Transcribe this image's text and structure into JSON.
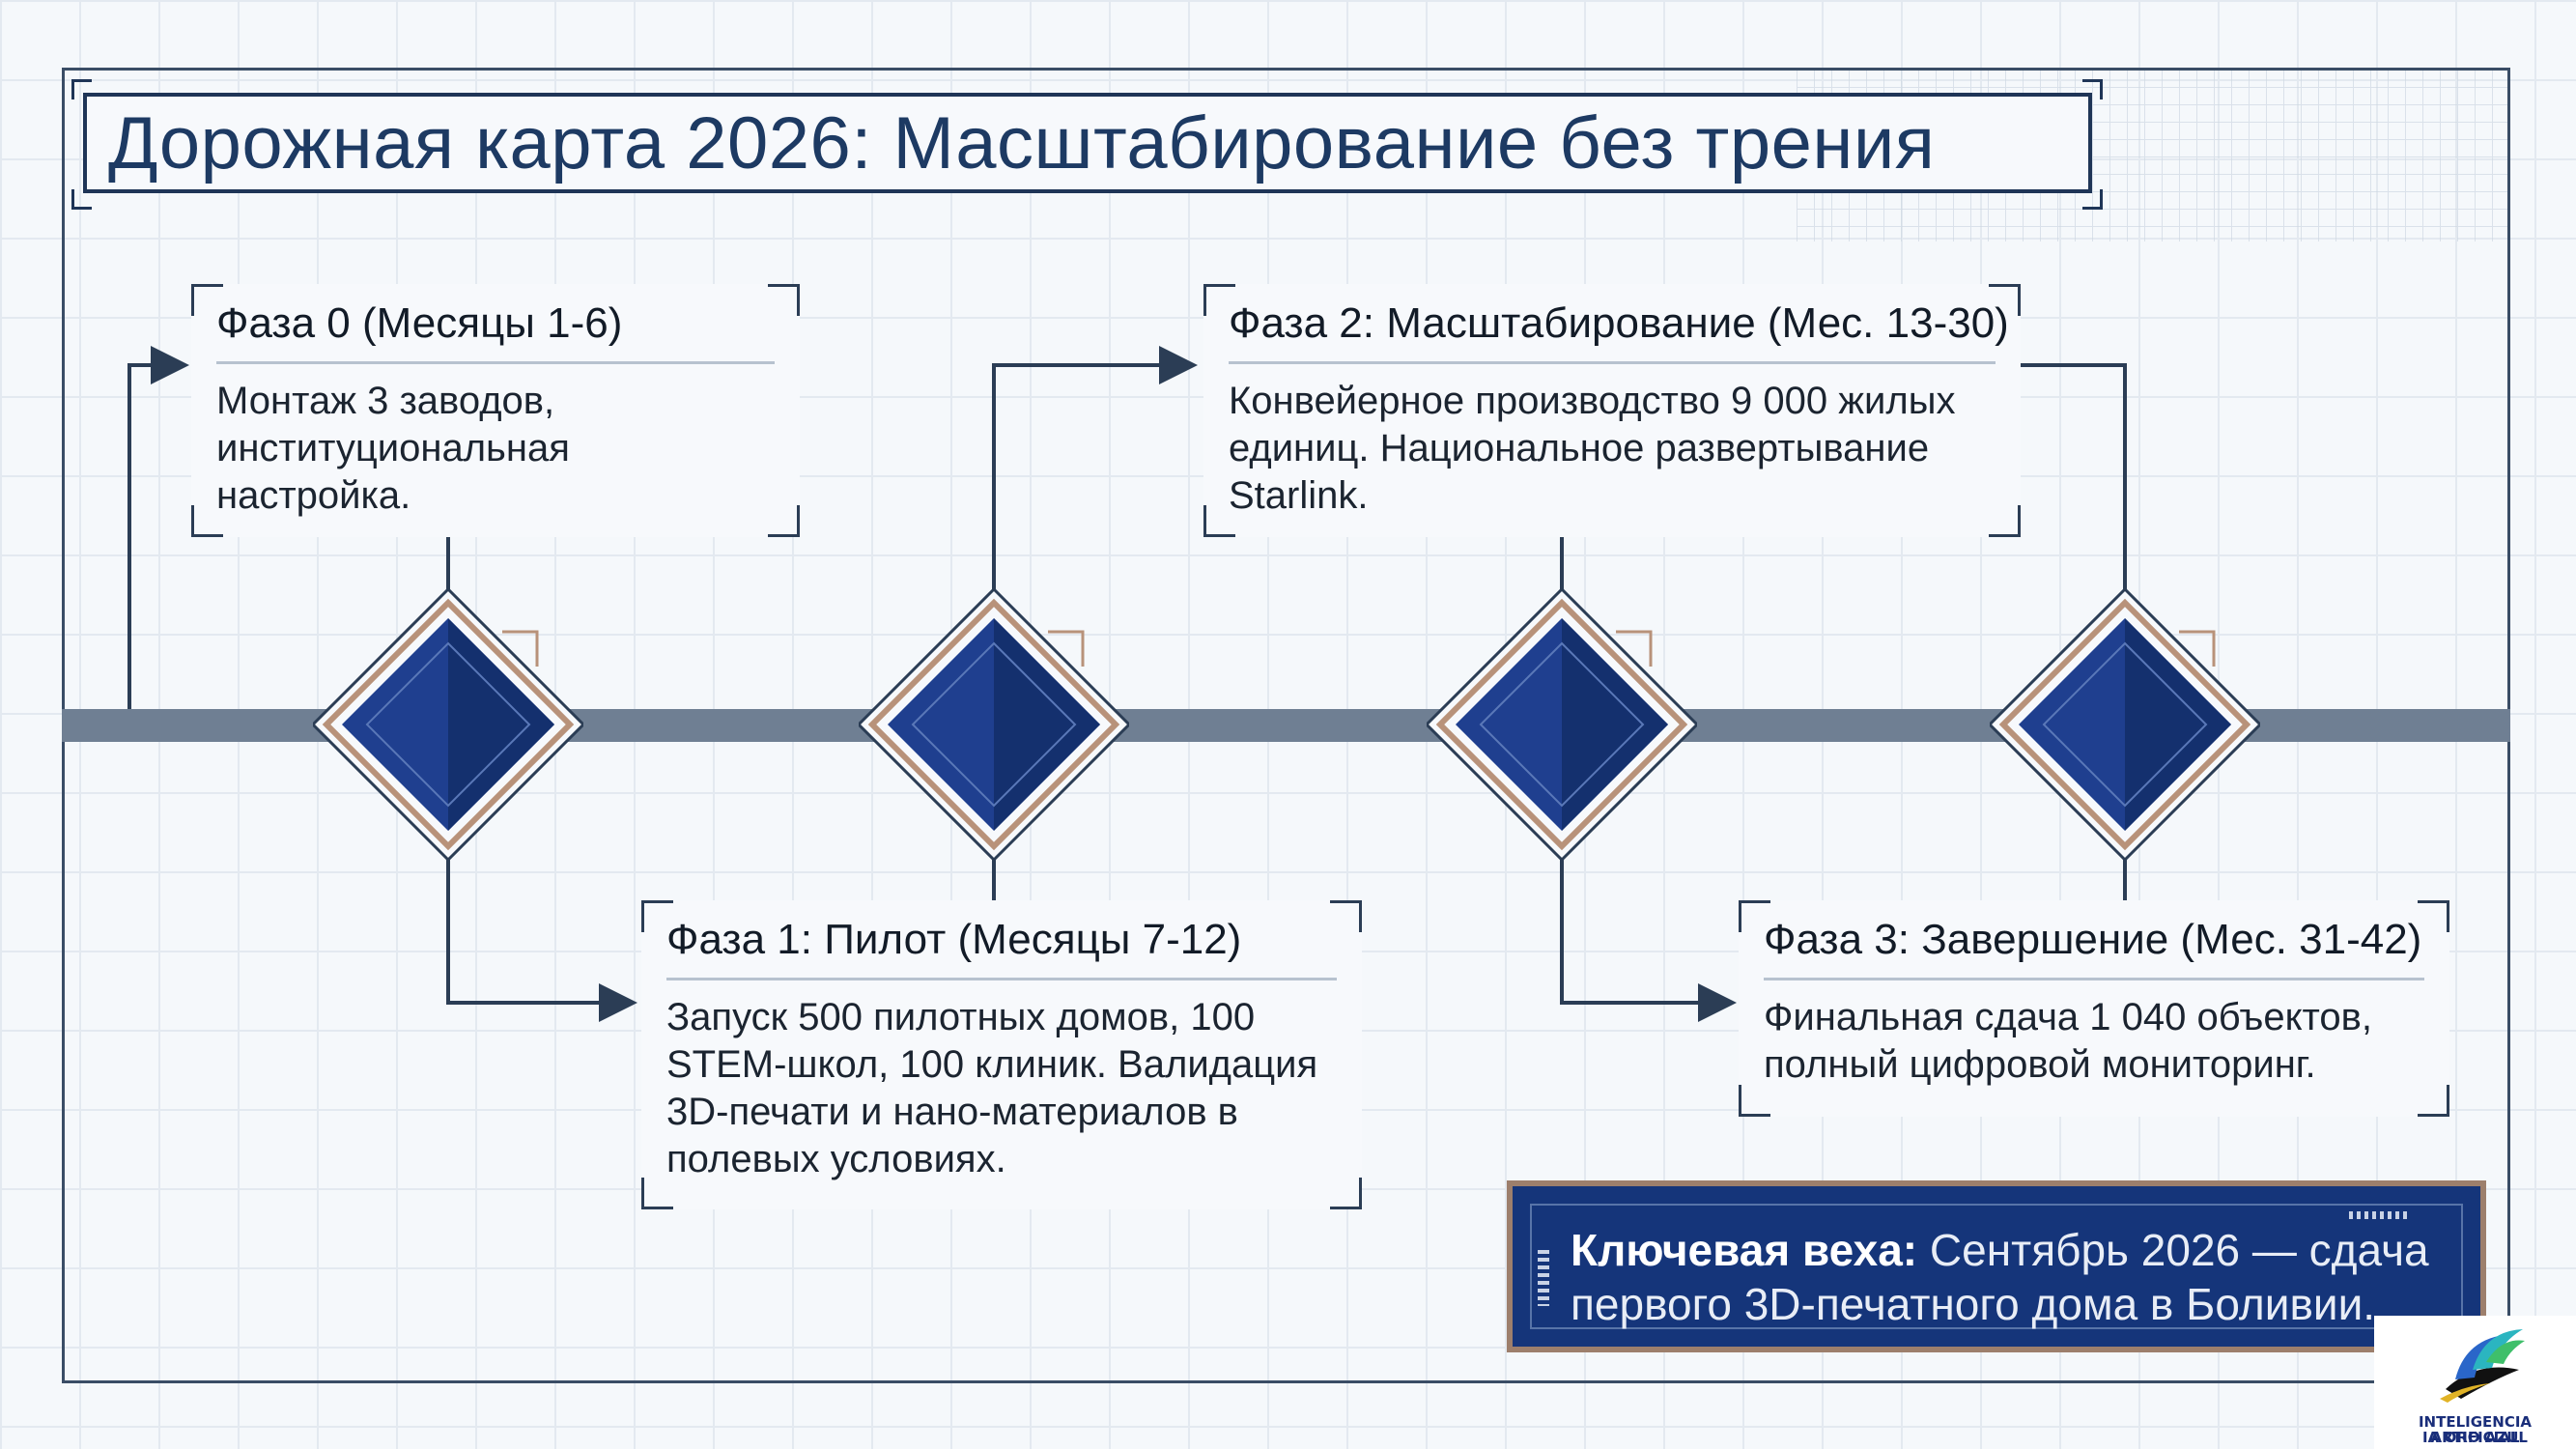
{
  "title": "Дорожная карта 2026: Масштабирование без трения",
  "phases": [
    {
      "title": "Фаза 0 (Месяцы 1-6)",
      "description": "Монтаж 3 заводов, институциональная настройка."
    },
    {
      "title": "Фаза 1: Пилот (Месяцы 7-12)",
      "description": "Запуск 500 пилотных домов, 100 STEM-школ, 100 клиник. Валидация 3D-печати и нано-материалов в полевых условиях."
    },
    {
      "title": "Фаза 2: Масштабирование (Мес. 13-30)",
      "description": "Конвейерное производство 9 000 жилых единиц. Национальное развертывание Starlink."
    },
    {
      "title": "Фаза 3: Завершение (Мес. 31-42)",
      "description": "Финальная сдача 1 040 объектов, полный цифровой мониторинг."
    }
  ],
  "milestone": {
    "label": "Ключевая веха:",
    "text": " Сентябрь 2026 — сдача первого 3D-печатного дома в Боливии."
  },
  "logo": {
    "line1": "INTELIGENCIA ARTIFICIAL",
    "line2": "IA ORO AZUL"
  },
  "colors": {
    "navy": "#1d3a63",
    "diamond": "#1f3f8f",
    "diamond_dark": "#14306e",
    "accent_bronze": "#b8927a",
    "timeline": "#6f7f93",
    "milestone_bg": "#15357a"
  }
}
